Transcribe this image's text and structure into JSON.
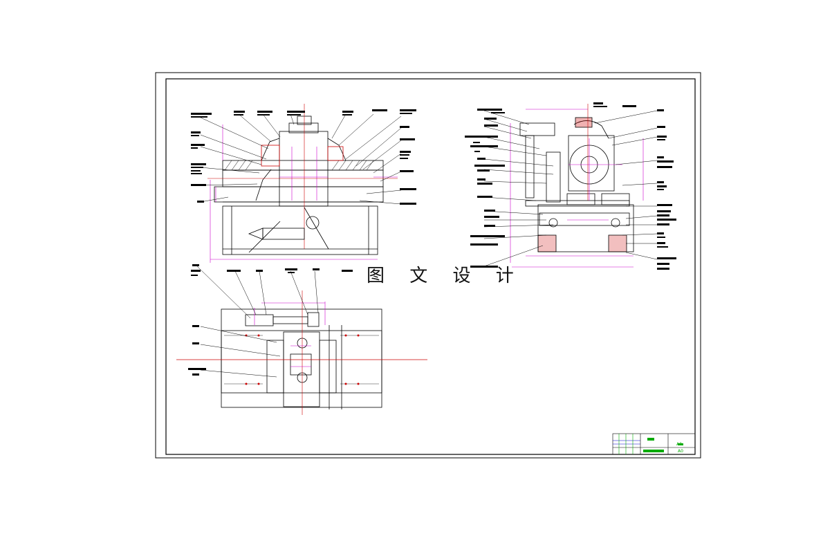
{
  "watermark": "图 文 设 计",
  "colors": {
    "line": "#000000",
    "dimension": "#cc00cc",
    "centerline": "#ff0000",
    "hatch_red": "#cc0000",
    "title_block_green": "#00aa00",
    "title_block_blue": "#0000cc"
  },
  "title_block": {
    "mark_a": "A0",
    "mark_b": "A0"
  }
}
